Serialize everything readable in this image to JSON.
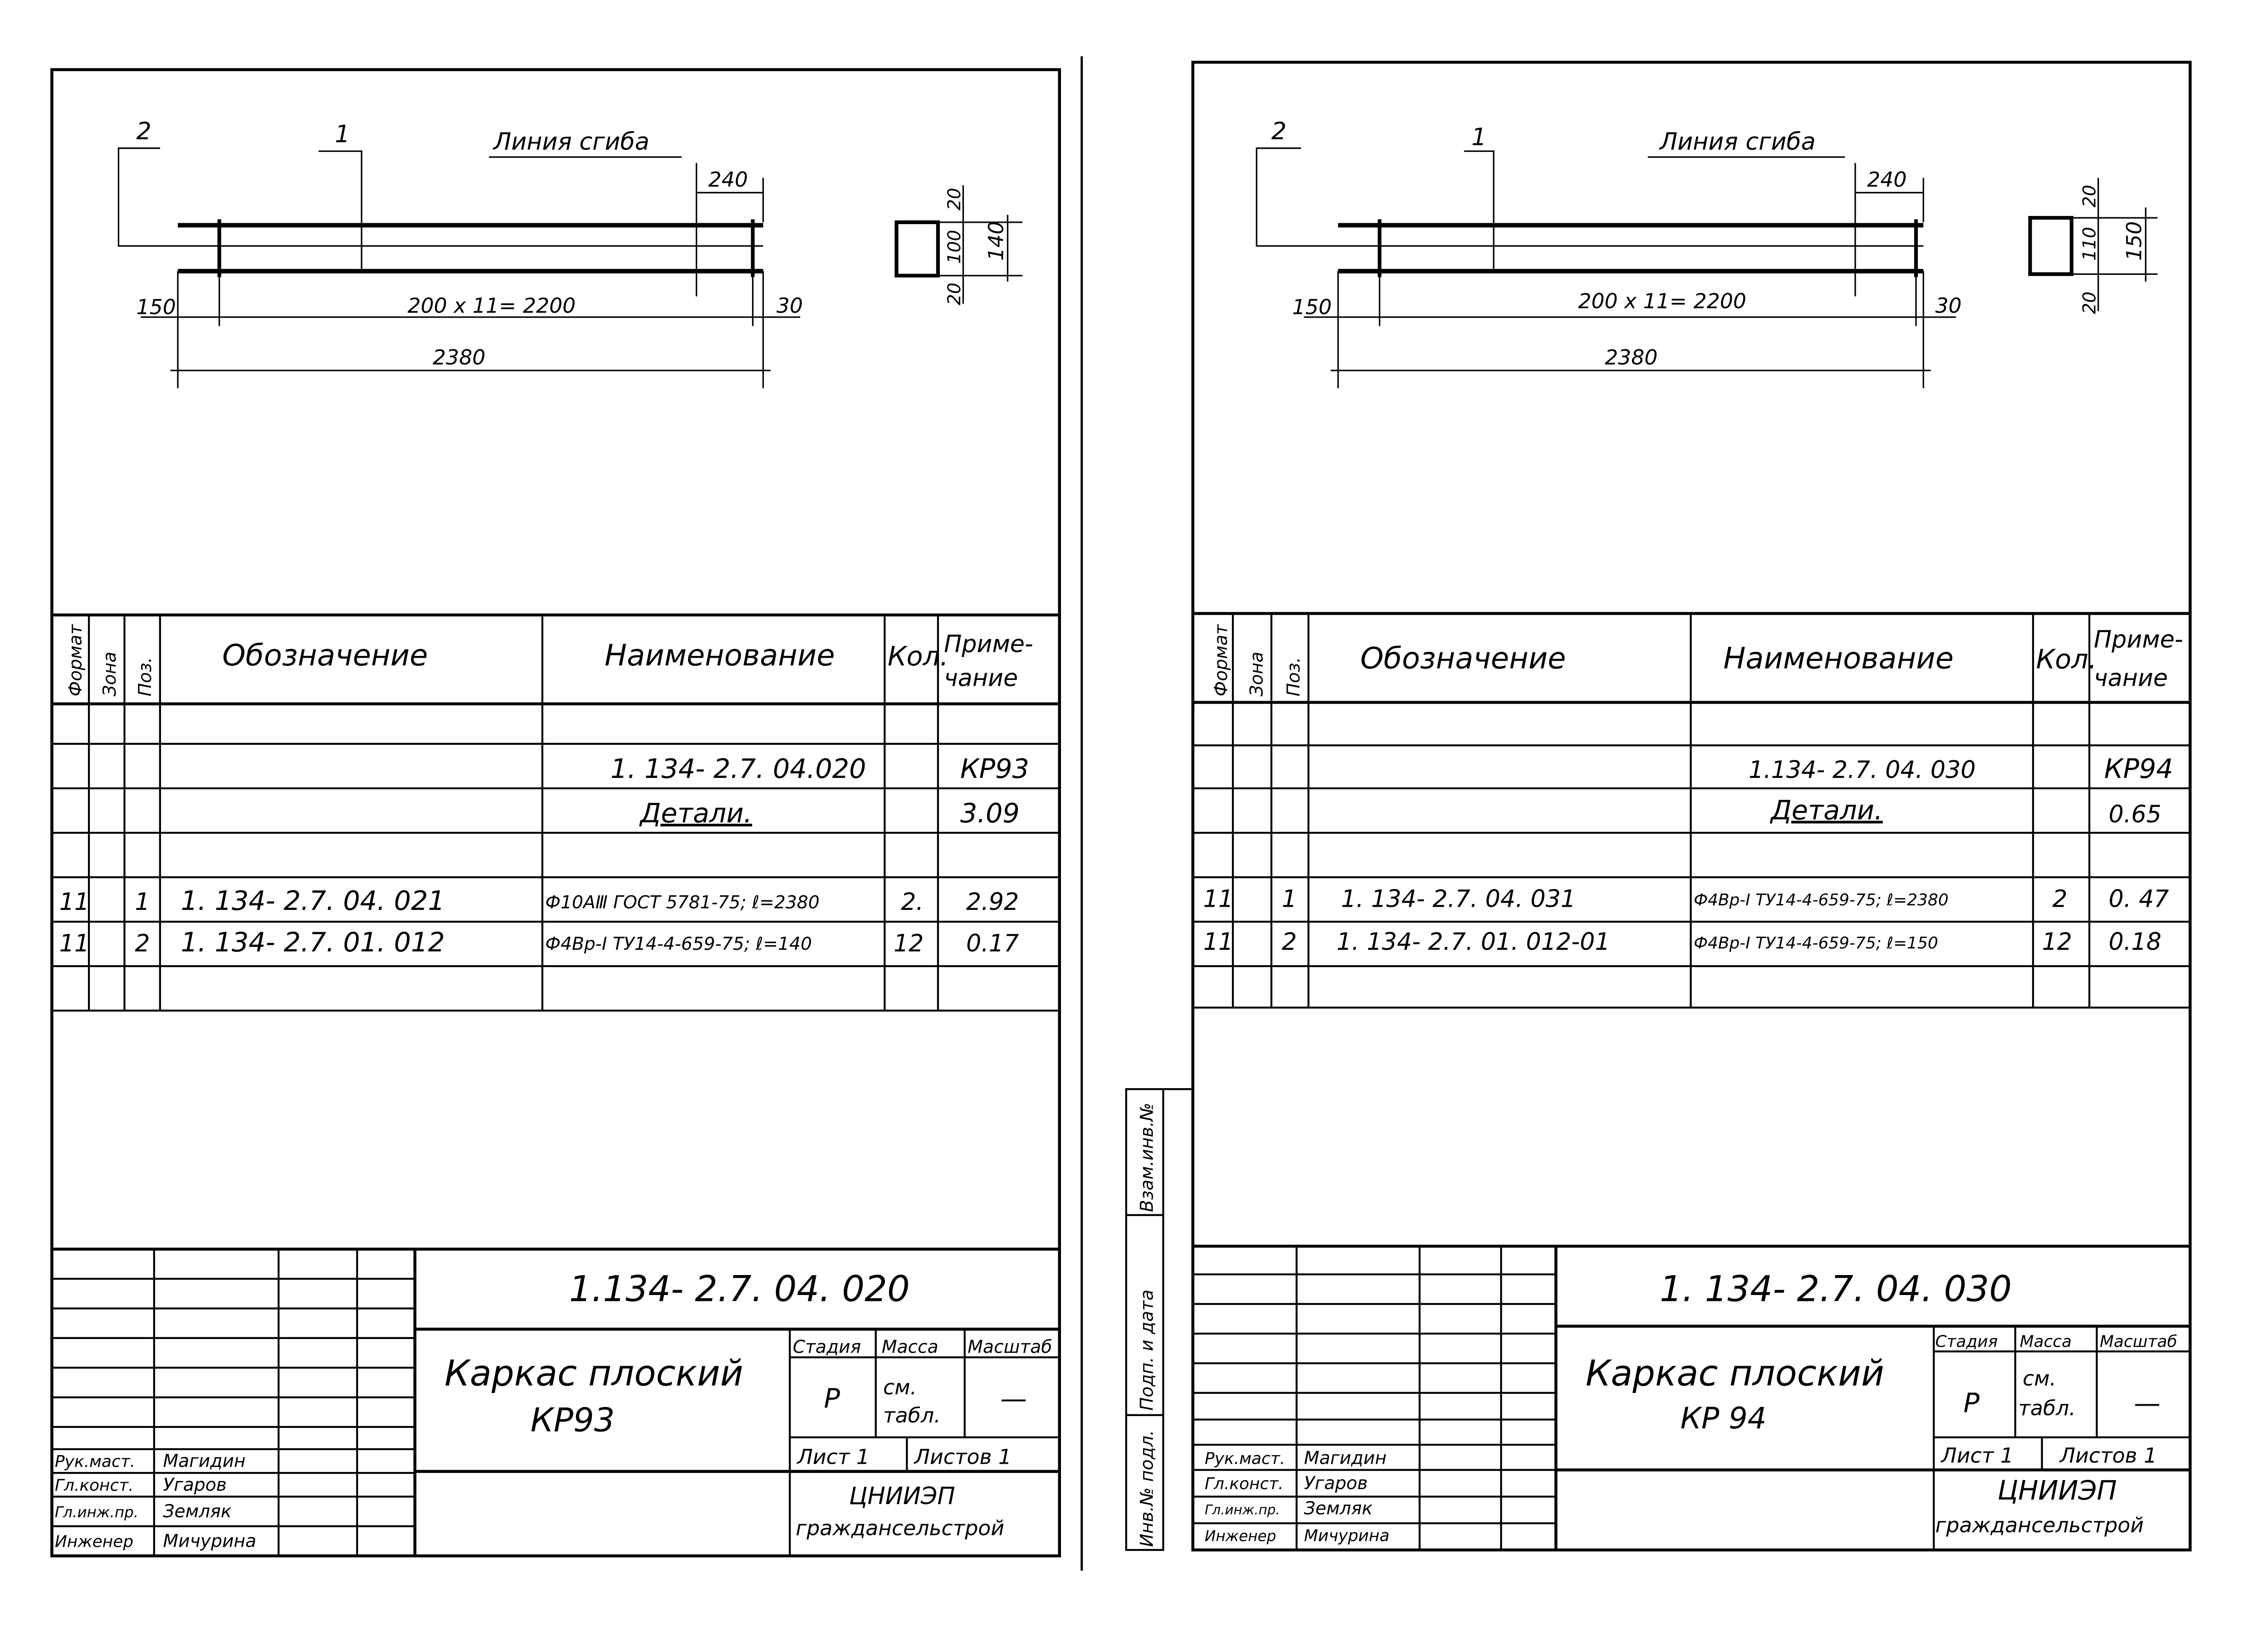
{
  "sheets": [
    {
      "drawing": {
        "callout_2": "2",
        "callout_1": "1",
        "fold_line_label": "Линия сгиба",
        "dim_240": "240",
        "dim_150": "150",
        "dim_main": "200 х 11= 2200",
        "dim_30": "30",
        "dim_total": "2380",
        "section_dims": [
          "20",
          "100",
          "20",
          "140"
        ]
      },
      "spec": {
        "headers": [
          "Формат",
          "Зона",
          "Поз.",
          "Обозначение",
          "Наименование",
          "Кол.",
          "Приме-\nчание"
        ],
        "row_doc_name": "1. 134- 2.7. 04.020",
        "row_doc_note": "КР93",
        "row_section_name": "Детали.",
        "row_section_note": "3.09",
        "items": [
          {
            "format": "11",
            "pos": "1",
            "designation": "1. 134- 2.7. 04. 021",
            "name": "Ф10АⅢ ГОСТ 5781-75; ℓ=2380",
            "qty": "2.",
            "note": "2.92"
          },
          {
            "format": "11",
            "pos": "2",
            "designation": "1. 134- 2.7. 01. 012",
            "name": "Ф4Вр-I ТУ14-4-659-75; ℓ=140",
            "qty": "12",
            "note": "0.17"
          }
        ]
      },
      "title_block": {
        "code": "1.134- 2.7. 04. 020",
        "title_line1": "Каркас плоский",
        "title_line2": "КР93",
        "stage_header": "Стадия",
        "mass_header": "Масса",
        "scale_header": "Масштаб",
        "stage": "Р",
        "mass": "см. табл.",
        "scale": "—",
        "sheet": "Лист 1",
        "sheets": "Листов 1",
        "org_line1": "ЦНИИЭП",
        "org_line2": "граждансельстрой",
        "people": [
          {
            "role": "Рук.маст.",
            "name": "Магидин"
          },
          {
            "role": "Гл.конст.",
            "name": "Угаров"
          },
          {
            "role": "Гл.инж.пр.",
            "name": "Земляк"
          },
          {
            "role": "Инженер",
            "name": "Мичурина"
          }
        ]
      }
    },
    {
      "drawing": {
        "callout_2": "2",
        "callout_1": "1",
        "fold_line_label": "Линия сгиба",
        "dim_240": "240",
        "dim_150": "150",
        "dim_main": "200 х 11= 2200",
        "dim_30": "30",
        "dim_total": "2380",
        "section_dims": [
          "20",
          "110",
          "20",
          "150"
        ]
      },
      "spec": {
        "headers": [
          "Формат",
          "Зона",
          "Поз.",
          "Обозначение",
          "Наименование",
          "Кол.",
          "Приме-\nчание"
        ],
        "row_doc_name": "1.134- 2.7. 04. 030",
        "row_doc_note": "КР94",
        "row_section_name": "Детали.",
        "row_section_note": "0.65",
        "items": [
          {
            "format": "11",
            "pos": "1",
            "designation": "1. 134- 2.7. 04. 031",
            "name": "Ф4Вр-I ТУ14-4-659-75; ℓ=2380",
            "qty": "2",
            "note": "0. 47"
          },
          {
            "format": "11",
            "pos": "2",
            "designation": "1. 134- 2.7. 01. 012-01",
            "name": "Ф4Вр-I ТУ14-4-659-75; ℓ=150",
            "qty": "12",
            "note": "0.18"
          }
        ]
      },
      "title_block": {
        "code": "1. 134- 2.7. 04. 030",
        "title_line1": "Каркас плоский",
        "title_line2": "КР 94",
        "stage_header": "Стадия",
        "mass_header": "Масса",
        "scale_header": "Масштаб",
        "stage": "Р",
        "mass": "см. табл.",
        "scale": "—",
        "sheet": "Лист 1",
        "sheets": "Листов 1",
        "org_line1": "ЦНИИЭП",
        "org_line2": "граждансельстрой",
        "people": [
          {
            "role": "Рук.маст.",
            "name": "Магидин"
          },
          {
            "role": "Гл.конст.",
            "name": "Угаров"
          },
          {
            "role": "Гл.инж.пр.",
            "name": "Земляк"
          },
          {
            "role": "Инженер",
            "name": "Мичурина"
          }
        ]
      },
      "side_stamp": [
        "Инв.№ подл.",
        "Подп. и дата",
        "Взам.инв.№"
      ]
    }
  ]
}
